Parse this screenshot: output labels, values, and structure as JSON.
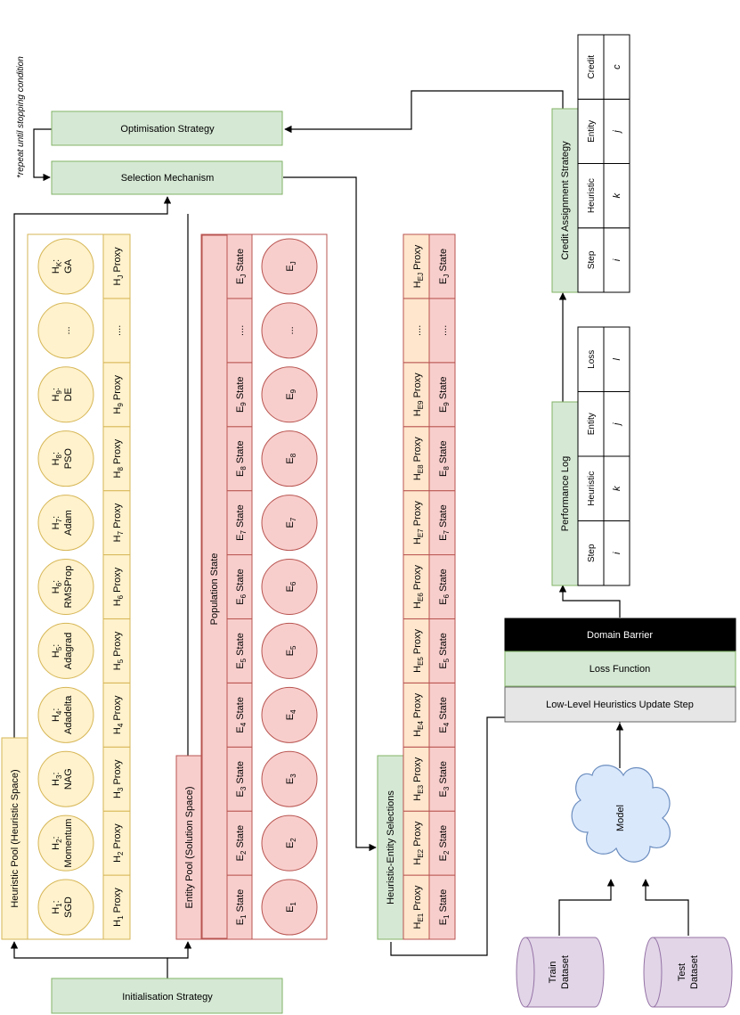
{
  "annotation": "*repeat until stopping condition",
  "optimisation_strategy": "Optimisation Strategy",
  "selection_mechanism": "Selection Mechanism",
  "initialisation_strategy": "Initialisation Strategy",
  "heuristic_pool": {
    "title": "Heuristic Pool (Heuristic Space)",
    "heuristics": [
      {
        "id": "H",
        "sub": "1",
        "name": "SGD"
      },
      {
        "id": "H",
        "sub": "2",
        "name": "Momentum"
      },
      {
        "id": "H",
        "sub": "3",
        "name": "NAG"
      },
      {
        "id": "H",
        "sub": "4",
        "name": "Adadelta"
      },
      {
        "id": "H",
        "sub": "5",
        "name": "Adagrad"
      },
      {
        "id": "H",
        "sub": "6",
        "name": "RMSProp"
      },
      {
        "id": "H",
        "sub": "7",
        "name": "Adam"
      },
      {
        "id": "H",
        "sub": "8",
        "name": "PSO"
      },
      {
        "id": "H",
        "sub": "9",
        "name": "DE"
      },
      {
        "id": "",
        "sub": "",
        "name": "..."
      },
      {
        "id": "H",
        "sub": "K",
        "name": "GA"
      }
    ],
    "proxies": [
      {
        "pre": "H",
        "sub": "1",
        "post": " Proxy"
      },
      {
        "pre": "H",
        "sub": "2",
        "post": " Proxy"
      },
      {
        "pre": "H",
        "sub": "3",
        "post": " Proxy"
      },
      {
        "pre": "H",
        "sub": "4",
        "post": " Proxy"
      },
      {
        "pre": "H",
        "sub": "5",
        "post": " Proxy"
      },
      {
        "pre": "H",
        "sub": "6",
        "post": " Proxy"
      },
      {
        "pre": "H",
        "sub": "7",
        "post": " Proxy"
      },
      {
        "pre": "H",
        "sub": "8",
        "post": " Proxy"
      },
      {
        "pre": "H",
        "sub": "9",
        "post": " Proxy"
      },
      {
        "pre": "....",
        "sub": "",
        "post": ""
      },
      {
        "pre": "H",
        "sub": "J",
        "post": " Proxy"
      }
    ]
  },
  "entity_pool": {
    "title": "Entity Pool (Solution Space)",
    "population_state": "Population State",
    "states": [
      {
        "pre": "E",
        "sub": "1",
        "post": " State"
      },
      {
        "pre": "E",
        "sub": "2",
        "post": " State"
      },
      {
        "pre": "E",
        "sub": "3",
        "post": " State"
      },
      {
        "pre": "E",
        "sub": "4",
        "post": " State"
      },
      {
        "pre": "E",
        "sub": "5",
        "post": " State"
      },
      {
        "pre": "E",
        "sub": "6",
        "post": " State"
      },
      {
        "pre": "E",
        "sub": "7",
        "post": " State"
      },
      {
        "pre": "E",
        "sub": "8",
        "post": " State"
      },
      {
        "pre": "E",
        "sub": "9",
        "post": " State"
      },
      {
        "pre": "....",
        "sub": "",
        "post": ""
      },
      {
        "pre": "E",
        "sub": "J",
        "post": " State"
      }
    ],
    "entities": [
      {
        "pre": "E",
        "sub": "1"
      },
      {
        "pre": "E",
        "sub": "2"
      },
      {
        "pre": "E",
        "sub": "3"
      },
      {
        "pre": "E",
        "sub": "4"
      },
      {
        "pre": "E",
        "sub": "5"
      },
      {
        "pre": "E",
        "sub": "6"
      },
      {
        "pre": "E",
        "sub": "7"
      },
      {
        "pre": "E",
        "sub": "8"
      },
      {
        "pre": "E",
        "sub": "9"
      },
      {
        "pre": "...",
        "sub": ""
      },
      {
        "pre": "E",
        "sub": "J"
      }
    ]
  },
  "heuristic_entity_selections": {
    "title": "Heuristic-Entity Selections",
    "proxies": [
      {
        "pre": "H",
        "sub": "E1",
        "post": " Proxy"
      },
      {
        "pre": "H",
        "sub": "E2",
        "post": " Proxy"
      },
      {
        "pre": "H",
        "sub": "E3",
        "post": " Proxy"
      },
      {
        "pre": "H",
        "sub": "E4",
        "post": " Proxy"
      },
      {
        "pre": "H",
        "sub": "E5",
        "post": " Proxy"
      },
      {
        "pre": "H",
        "sub": "E6",
        "post": " Proxy"
      },
      {
        "pre": "H",
        "sub": "E7",
        "post": " Proxy"
      },
      {
        "pre": "H",
        "sub": "E8",
        "post": " Proxy"
      },
      {
        "pre": "H",
        "sub": "E9",
        "post": " Proxy"
      },
      {
        "pre": "....",
        "sub": "",
        "post": ""
      },
      {
        "pre": "H",
        "sub": "EJ",
        "post": " Proxy"
      }
    ],
    "states": [
      {
        "pre": "E",
        "sub": "1",
        "post": " State"
      },
      {
        "pre": "E",
        "sub": "2",
        "post": " State"
      },
      {
        "pre": "E",
        "sub": "3",
        "post": " State"
      },
      {
        "pre": "E",
        "sub": "4",
        "post": " State"
      },
      {
        "pre": "E",
        "sub": "5",
        "post": " State"
      },
      {
        "pre": "E",
        "sub": "6",
        "post": " State"
      },
      {
        "pre": "E",
        "sub": "7",
        "post": " State"
      },
      {
        "pre": "E",
        "sub": "8",
        "post": " State"
      },
      {
        "pre": "E",
        "sub": "9",
        "post": " State"
      },
      {
        "pre": "....",
        "sub": "",
        "post": ""
      },
      {
        "pre": "E",
        "sub": "J",
        "post": " State"
      }
    ]
  },
  "domain_barrier": "Domain Barrier",
  "loss_function": "Loss Function",
  "update_step": "Low-Level Heuristics Update Step",
  "model": "Model",
  "train_dataset": [
    "Train",
    "Dataset"
  ],
  "test_dataset": [
    "Test",
    "Dataset"
  ],
  "performance_log": {
    "title": "Performance Log",
    "headers": [
      "Step",
      "Heuristic",
      "Entity",
      "Loss"
    ],
    "values": [
      "i",
      "k",
      "j",
      "l"
    ]
  },
  "credit_assignment": {
    "title": "Credit Assignment Strategy",
    "headers": [
      "Step",
      "Heuristic",
      "Entity",
      "Credit"
    ],
    "values": [
      "i",
      "k",
      "j",
      "c"
    ]
  },
  "colors": {
    "green_fill": "#d5e8d4",
    "green_stroke": "#82b366",
    "yellow_fill": "#fff2cc",
    "yellow_stroke": "#d6b656",
    "red_fill": "#f8cecc",
    "red_stroke": "#b85450",
    "peach_fill": "#ffe6cc",
    "blue_fill": "#dae8fc",
    "blue_stroke": "#6c8ebf",
    "purple_fill": "#e1d5e7",
    "purple_stroke": "#9673a6",
    "gray_fill": "#e6e6e6",
    "black": "#000000"
  }
}
